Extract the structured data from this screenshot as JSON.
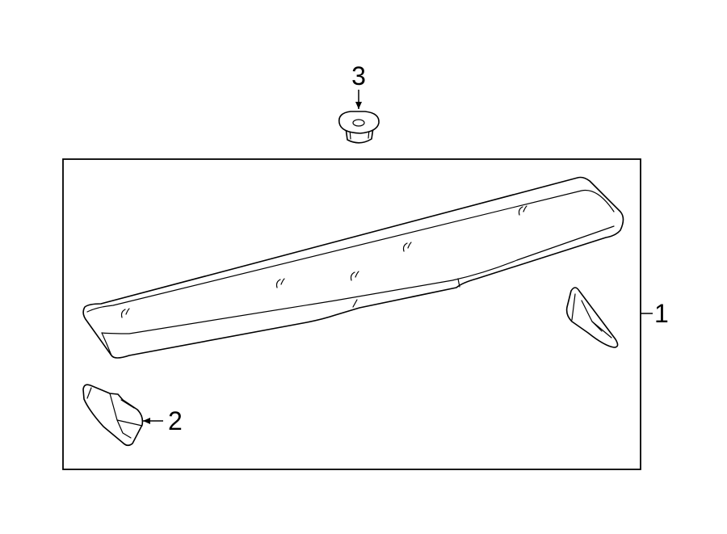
{
  "callouts": {
    "spoiler": "1",
    "end_cap": "2",
    "grommet": "3"
  }
}
